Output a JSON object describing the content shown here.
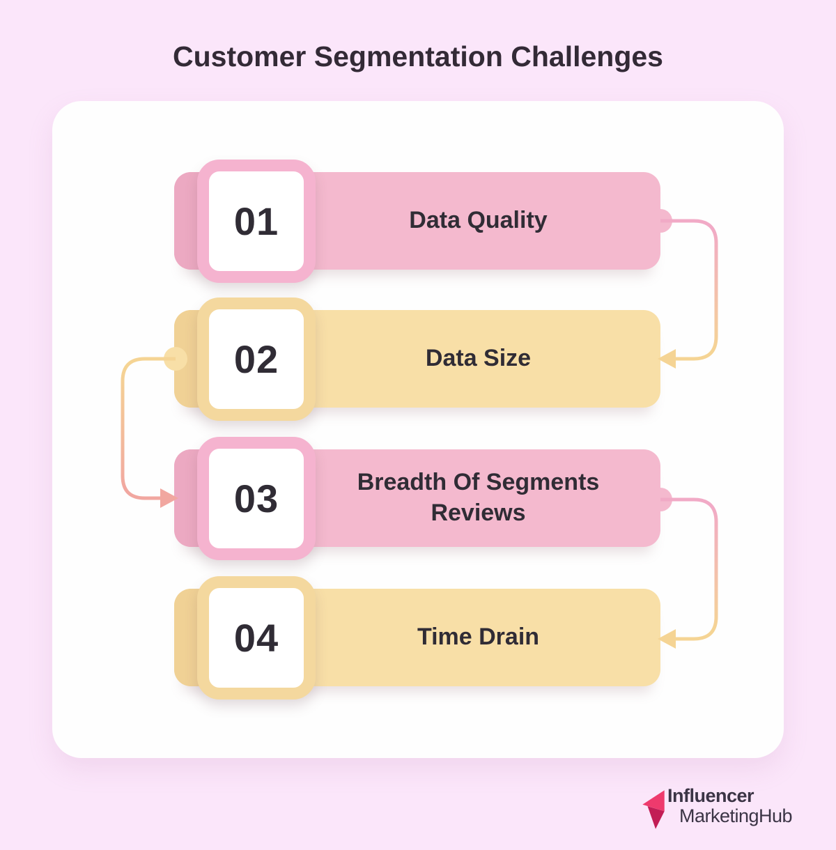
{
  "title": "Customer Segmentation Challenges",
  "items": [
    {
      "number": "01",
      "label": "Data Quality",
      "theme": "pink"
    },
    {
      "number": "02",
      "label": "Data Size",
      "theme": "yellow"
    },
    {
      "number": "03",
      "label": "Breadth Of Segments Reviews",
      "theme": "pink"
    },
    {
      "number": "04",
      "label": "Time Drain",
      "theme": "yellow"
    }
  ],
  "logo": {
    "line1": "Influencer",
    "line2": "MarketingHub"
  },
  "colors": {
    "page-bg": "#FBE6FA",
    "card-bg": "#FEFEFE",
    "title-ink": "#332A36",
    "ink": "#302C35",
    "bar-pink": "#F4B9CE",
    "bar-pink-dark": "#ECA9C2",
    "box-pink": "#F5B3CF",
    "bar-yellow": "#F8DFA7",
    "bar-yellow-dark": "#F0D195",
    "box-yellow": "#F4D89E",
    "line-pink": "#F1AAC6",
    "line-yellow": "#F5D494",
    "arrow-salmon": "#F1A7A0",
    "logo-bright": "#EE3A6D",
    "logo-dark": "#C21D55",
    "logo-ink": "#3B3445"
  }
}
